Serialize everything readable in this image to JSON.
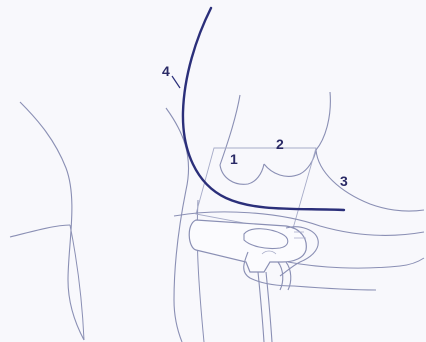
{
  "diagram": {
    "labels": {
      "one": "1",
      "two": "2",
      "three": "3",
      "four": "4"
    },
    "colors": {
      "thin_line": "#8a8fb4",
      "thick_line": "#2b2f7a",
      "label": "#2a2a66",
      "background": "#f8f8fc"
    }
  }
}
